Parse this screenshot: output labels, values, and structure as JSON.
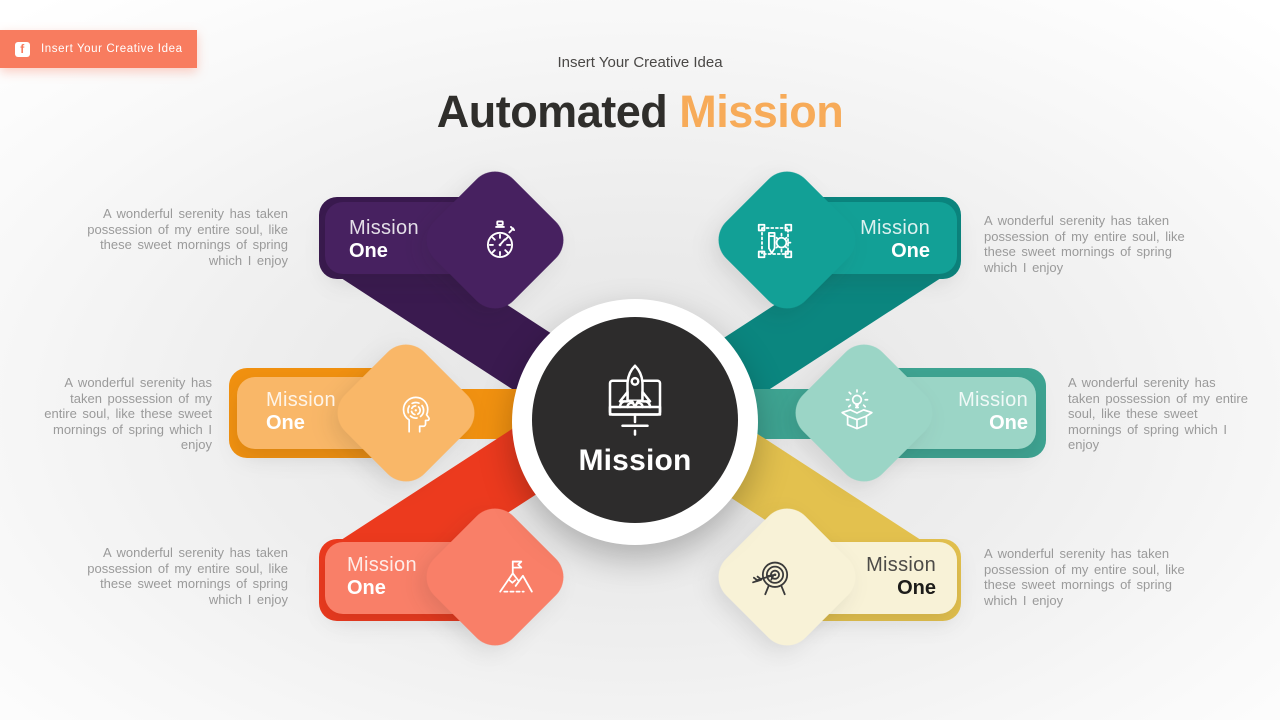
{
  "header": {
    "ribbon_label": "Insert Your Creative Idea",
    "subtitle": "Insert Your Creative Idea",
    "title_dark": "Automated",
    "title_accent": "Mission"
  },
  "center": {
    "label": "Mission",
    "icon": "rocket-launch-laptop-icon"
  },
  "arrows": [
    {
      "position": "top-left",
      "title": "Mission",
      "subtitle": "One",
      "icon": "stopwatch-icon",
      "front_color": "#472160",
      "shadow_color": "#3A1A4F",
      "description": "A wonderful serenity has taken possession of my entire soul, like these sweet mornings of spring which I enjoy"
    },
    {
      "position": "top-right",
      "title": "Mission",
      "subtitle": "One",
      "icon": "design-pencil-gear-icon",
      "front_color": "#12A096",
      "shadow_color": "#0B867F",
      "description": "A wonderful serenity has taken possession of my entire soul, like these sweet mornings of spring which I enjoy"
    },
    {
      "position": "middle-left",
      "title": "Mission",
      "subtitle": "One",
      "icon": "head-maze-icon",
      "front_color": "#F9B768",
      "shadow_color": "#F19110",
      "description": "A wonderful serenity has taken possession of my entire soul, like these sweet mornings of spring which I enjoy"
    },
    {
      "position": "middle-right",
      "title": "Mission",
      "subtitle": "One",
      "icon": "idea-box-lightbulb-icon",
      "front_color": "#9BD5C6",
      "shadow_color": "#3EA492",
      "description": "A wonderful serenity has taken possession of my entire soul, like these sweet mornings of spring which I enjoy"
    },
    {
      "position": "bottom-left",
      "title": "Mission",
      "subtitle": "One",
      "icon": "mountain-flag-icon",
      "front_color": "#F97F68",
      "shadow_color": "#EC3A1E",
      "description": "A wonderful serenity has taken possession of my entire soul, like these sweet mornings of spring which I enjoy"
    },
    {
      "position": "bottom-right",
      "title": "Mission",
      "subtitle": "One",
      "icon": "target-arrow-icon",
      "front_color": "#F8F2D7",
      "shadow_color": "#E3C14E",
      "description": "A wonderful serenity has taken possession of my entire soul, like these sweet mornings of spring which I enjoy"
    }
  ],
  "palette": {
    "ribbon": "#F87C5F",
    "title_dark": "#2F2E2B",
    "title_accent": "#F7AB59",
    "center_circle": "#2D2C2C",
    "body_text": "#9A9A9A",
    "background_center": "#E3E3E3",
    "background_edge": "#FFFFFF"
  }
}
